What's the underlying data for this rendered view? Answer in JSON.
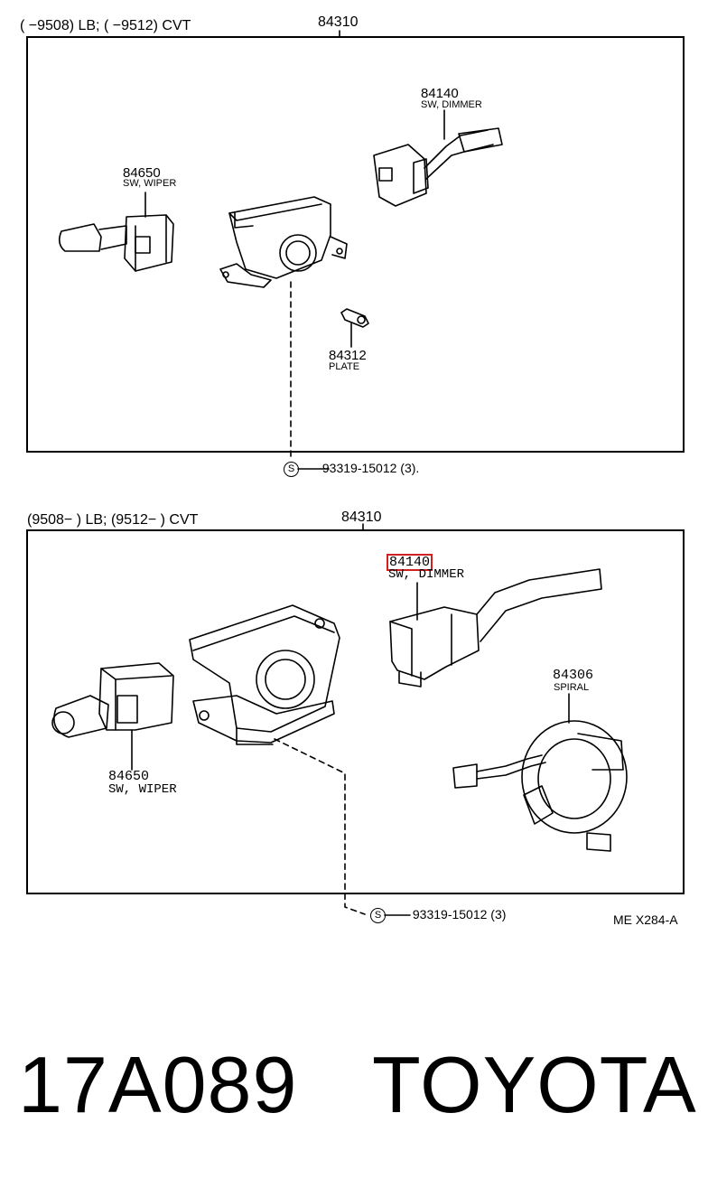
{
  "top": {
    "header_lb": "(      −9508) LB; (      −9512) CVT",
    "header_assy": "84310",
    "dimmer_num": "84140",
    "dimmer_name": "SW, DIMMER",
    "wiper_num": "84650",
    "wiper_name": "SW, WIPER",
    "plate_num": "84312",
    "plate_name": "PLATE",
    "screw_symbol": "S",
    "screw_text": "93319-15012 (3)."
  },
  "bottom": {
    "header_lb": "(9508−         ) LB; (9512−        ) CVT",
    "header_assy": "84310",
    "dimmer_num": "84140",
    "dimmer_name": "SW, DIMMER",
    "wiper_num": "84650",
    "wiper_name": "SW, WIPER",
    "spiral_num": "84306",
    "spiral_name": "SPIRAL",
    "screw_symbol": "S",
    "screw_text": "93319-15012 (3)",
    "figure_code": "ME X284-A"
  },
  "footer": {
    "part_code": "17A089",
    "brand": "TOYOTA"
  },
  "highlight_color": "#d02020"
}
